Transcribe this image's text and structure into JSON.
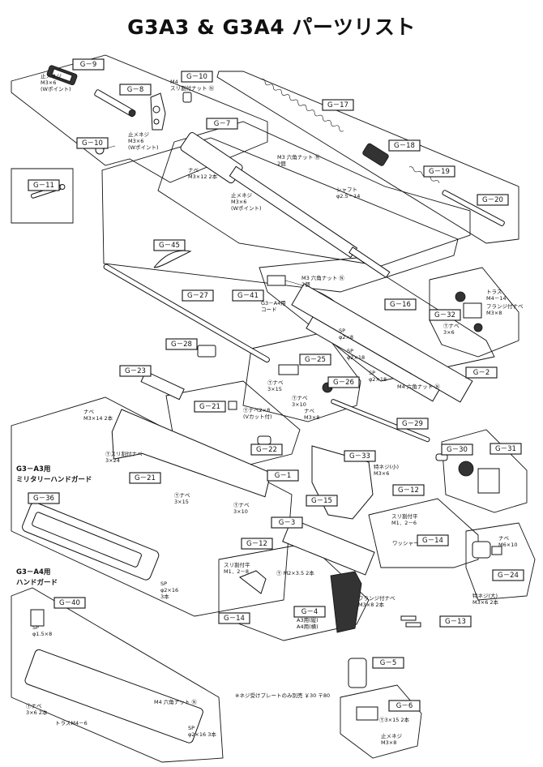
{
  "title": "G3A3 & G3A4 パーツリスト",
  "section_labels": {
    "a3": [
      "G3－A3用",
      "ミリタリーハンドガード"
    ],
    "a4": [
      "G3－A4用",
      "ハンドガード"
    ]
  },
  "part_tags": [
    {
      "id": "g9",
      "label": "G－9"
    },
    {
      "id": "g8",
      "label": "G－8"
    },
    {
      "id": "g10a",
      "label": "G－10"
    },
    {
      "id": "g10b",
      "label": "G－10"
    },
    {
      "id": "g7",
      "label": "G－7"
    },
    {
      "id": "g17",
      "label": "G－17"
    },
    {
      "id": "g18",
      "label": "G－18"
    },
    {
      "id": "g19",
      "label": "G－19"
    },
    {
      "id": "g20",
      "label": "G－20"
    },
    {
      "id": "g11",
      "label": "G－11"
    },
    {
      "id": "g45",
      "label": "G－45"
    },
    {
      "id": "g27",
      "label": "G－27"
    },
    {
      "id": "g41",
      "label": "G－41"
    },
    {
      "id": "g16",
      "label": "G－16"
    },
    {
      "id": "g32",
      "label": "G－32"
    },
    {
      "id": "g28",
      "label": "G－28"
    },
    {
      "id": "g25",
      "label": "G－25"
    },
    {
      "id": "g2",
      "label": "G－2"
    },
    {
      "id": "g23",
      "label": "G－23"
    },
    {
      "id": "g26",
      "label": "G－26"
    },
    {
      "id": "g21a",
      "label": "G－21"
    },
    {
      "id": "g29",
      "label": "G－29"
    },
    {
      "id": "g22",
      "label": "G－22"
    },
    {
      "id": "g30",
      "label": "G－30"
    },
    {
      "id": "g31",
      "label": "G－31"
    },
    {
      "id": "g33",
      "label": "G－33"
    },
    {
      "id": "g1",
      "label": "G－1"
    },
    {
      "id": "g21b",
      "label": "G－21"
    },
    {
      "id": "g12a",
      "label": "G－12"
    },
    {
      "id": "g36",
      "label": "G－36"
    },
    {
      "id": "g15",
      "label": "G－15"
    },
    {
      "id": "g3",
      "label": "G－3"
    },
    {
      "id": "g14a",
      "label": "G－14"
    },
    {
      "id": "g12b",
      "label": "G－12"
    },
    {
      "id": "g24",
      "label": "G－24"
    },
    {
      "id": "g40",
      "label": "G－40"
    },
    {
      "id": "g14b",
      "label": "G－14"
    },
    {
      "id": "g4",
      "label": "G－4"
    },
    {
      "id": "g13",
      "label": "G－13"
    },
    {
      "id": "g5",
      "label": "G－5"
    },
    {
      "id": "g6",
      "label": "G－6"
    }
  ],
  "notes": [
    {
      "id": "n1",
      "lines": [
        "止メネジ",
        "M3×6",
        "(Wポイント)"
      ]
    },
    {
      "id": "n2",
      "lines": [
        "M4",
        "スリ割付ナット Ⓝ"
      ]
    },
    {
      "id": "n3",
      "lines": [
        "止メネジ",
        "M3×6",
        "(Wポイント)"
      ]
    },
    {
      "id": "n4",
      "lines": [
        "M3 六角ナット Ⓝ",
        "2個"
      ]
    },
    {
      "id": "n5",
      "lines": [
        "ナベ",
        "M3×12 2本"
      ]
    },
    {
      "id": "n6",
      "lines": [
        "止メネジ",
        "M3×6",
        "(Wポイント)"
      ]
    },
    {
      "id": "n7",
      "lines": [
        "シャフト",
        "φ2.5－14"
      ]
    },
    {
      "id": "n8",
      "lines": [
        "M3 六角ナット Ⓝ",
        "2個"
      ]
    },
    {
      "id": "n9",
      "lines": [
        "G3－A4用",
        "コード"
      ]
    },
    {
      "id": "n10",
      "lines": [
        "トラス",
        "M4－14"
      ]
    },
    {
      "id": "n11",
      "lines": [
        "フランジ付ナベ",
        "M3×8"
      ]
    },
    {
      "id": "n12",
      "lines": [
        "Ⓣナベ",
        "3×6"
      ]
    },
    {
      "id": "n13",
      "lines": [
        "SP",
        "φ2×8"
      ]
    },
    {
      "id": "n14",
      "lines": [
        "SP",
        "φ2×18"
      ]
    },
    {
      "id": "n15",
      "lines": [
        "SP",
        "φ2×18"
      ]
    },
    {
      "id": "n16",
      "lines": [
        "M4 六角ナット Ⓝ"
      ]
    },
    {
      "id": "n17",
      "lines": [
        "Ⓣナベ",
        "3×15"
      ]
    },
    {
      "id": "n18",
      "lines": [
        "Ⓣナベ",
        "3×10"
      ]
    },
    {
      "id": "n19",
      "lines": [
        "ナベ",
        "M3×8"
      ]
    },
    {
      "id": "n20",
      "lines": [
        "ナベ",
        "M3×14 2本"
      ]
    },
    {
      "id": "n21",
      "lines": [
        "Ⓣナベ2×8",
        "(Vカット付)"
      ]
    },
    {
      "id": "n22",
      "lines": [
        "Ⓣスリ割付ナベ",
        "3×24"
      ]
    },
    {
      "id": "n23",
      "lines": [
        "特ネジ(小)",
        "M3×6"
      ]
    },
    {
      "id": "n24",
      "lines": [
        "Ⓣナベ",
        "3×15"
      ]
    },
    {
      "id": "n25",
      "lines": [
        "Ⓣナベ",
        "3×10"
      ]
    },
    {
      "id": "n26",
      "lines": [
        "スリ割付平",
        "M1．2－6"
      ]
    },
    {
      "id": "n27",
      "lines": [
        "ワッシャー"
      ]
    },
    {
      "id": "n28",
      "lines": [
        "ナベ",
        "M6×10"
      ]
    },
    {
      "id": "n29",
      "lines": [
        "SP",
        "φ2×16",
        "3本"
      ]
    },
    {
      "id": "n30",
      "lines": [
        "スリ割付平",
        "M1．2－8"
      ]
    },
    {
      "id": "n31",
      "lines": [
        "Ⓣ M2×3.5 2本"
      ]
    },
    {
      "id": "n32",
      "lines": [
        "特ネジ(大)",
        "M3×6 2本"
      ]
    },
    {
      "id": "n33",
      "lines": [
        "SP",
        "φ1.5×8"
      ]
    },
    {
      "id": "n34",
      "lines": [
        "A3用(縦)",
        "A4用(横)"
      ]
    },
    {
      "id": "n35",
      "lines": [
        "フランジ付ナベ",
        "M3×8 2本"
      ]
    },
    {
      "id": "n36",
      "lines": [
        "※ネジ受けプレートのみ別売 ￥30 〒80"
      ]
    },
    {
      "id": "n37",
      "lines": [
        "M4 六角ナット Ⓝ"
      ]
    },
    {
      "id": "n38",
      "lines": [
        "Ⓣナベ",
        "3×6 2本"
      ]
    },
    {
      "id": "n39",
      "lines": [
        "トラスM4－6"
      ]
    },
    {
      "id": "n40",
      "lines": [
        "SP",
        "φ2×16 3本"
      ]
    },
    {
      "id": "n41",
      "lines": [
        "Ⓣ3×15 2本"
      ]
    },
    {
      "id": "n42",
      "lines": [
        "止メネジ",
        "M3×8"
      ]
    }
  ]
}
